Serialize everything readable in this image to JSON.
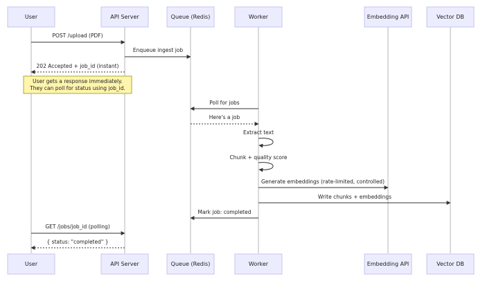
{
  "participants": [
    {
      "id": "user",
      "label": "User"
    },
    {
      "id": "api",
      "label": "API Server"
    },
    {
      "id": "queue",
      "label": "Queue (Redis)"
    },
    {
      "id": "worker",
      "label": "Worker"
    },
    {
      "id": "embed",
      "label": "Embedding API"
    },
    {
      "id": "vdb",
      "label": "Vector DB"
    }
  ],
  "messages": [
    {
      "from": "user",
      "to": "api",
      "text": "POST /upload (PDF)",
      "style": "solid"
    },
    {
      "from": "api",
      "to": "queue",
      "text": "Enqueue ingest job",
      "style": "solid"
    },
    {
      "from": "api",
      "to": "user",
      "text": "202 Accepted + job_id (instant)",
      "style": "dotted"
    },
    {
      "from": "worker",
      "to": "queue",
      "text": "Poll for jobs",
      "style": "solid"
    },
    {
      "from": "queue",
      "to": "worker",
      "text": "Here's a job",
      "style": "dotted"
    },
    {
      "from": "worker",
      "to": "worker",
      "text": "Extract text",
      "style": "solid"
    },
    {
      "from": "worker",
      "to": "worker",
      "text": "Chunk + quality score",
      "style": "solid"
    },
    {
      "from": "worker",
      "to": "embed",
      "text": "Generate embeddings (rate-limited, controlled)",
      "style": "solid"
    },
    {
      "from": "worker",
      "to": "vdb",
      "text": "Write chunks + embeddings",
      "style": "solid"
    },
    {
      "from": "worker",
      "to": "queue",
      "text": "Mark job: completed",
      "style": "solid"
    },
    {
      "from": "user",
      "to": "api",
      "text": "GET /jobs/job_id (polling)",
      "style": "solid"
    },
    {
      "from": "api",
      "to": "user",
      "text": "{ status: \"completed\" }",
      "style": "dotted"
    }
  ],
  "notes": [
    {
      "over": [
        "user",
        "api"
      ],
      "lines": [
        "User gets a response immediately.",
        "They can poll for status using job_id."
      ]
    }
  ]
}
